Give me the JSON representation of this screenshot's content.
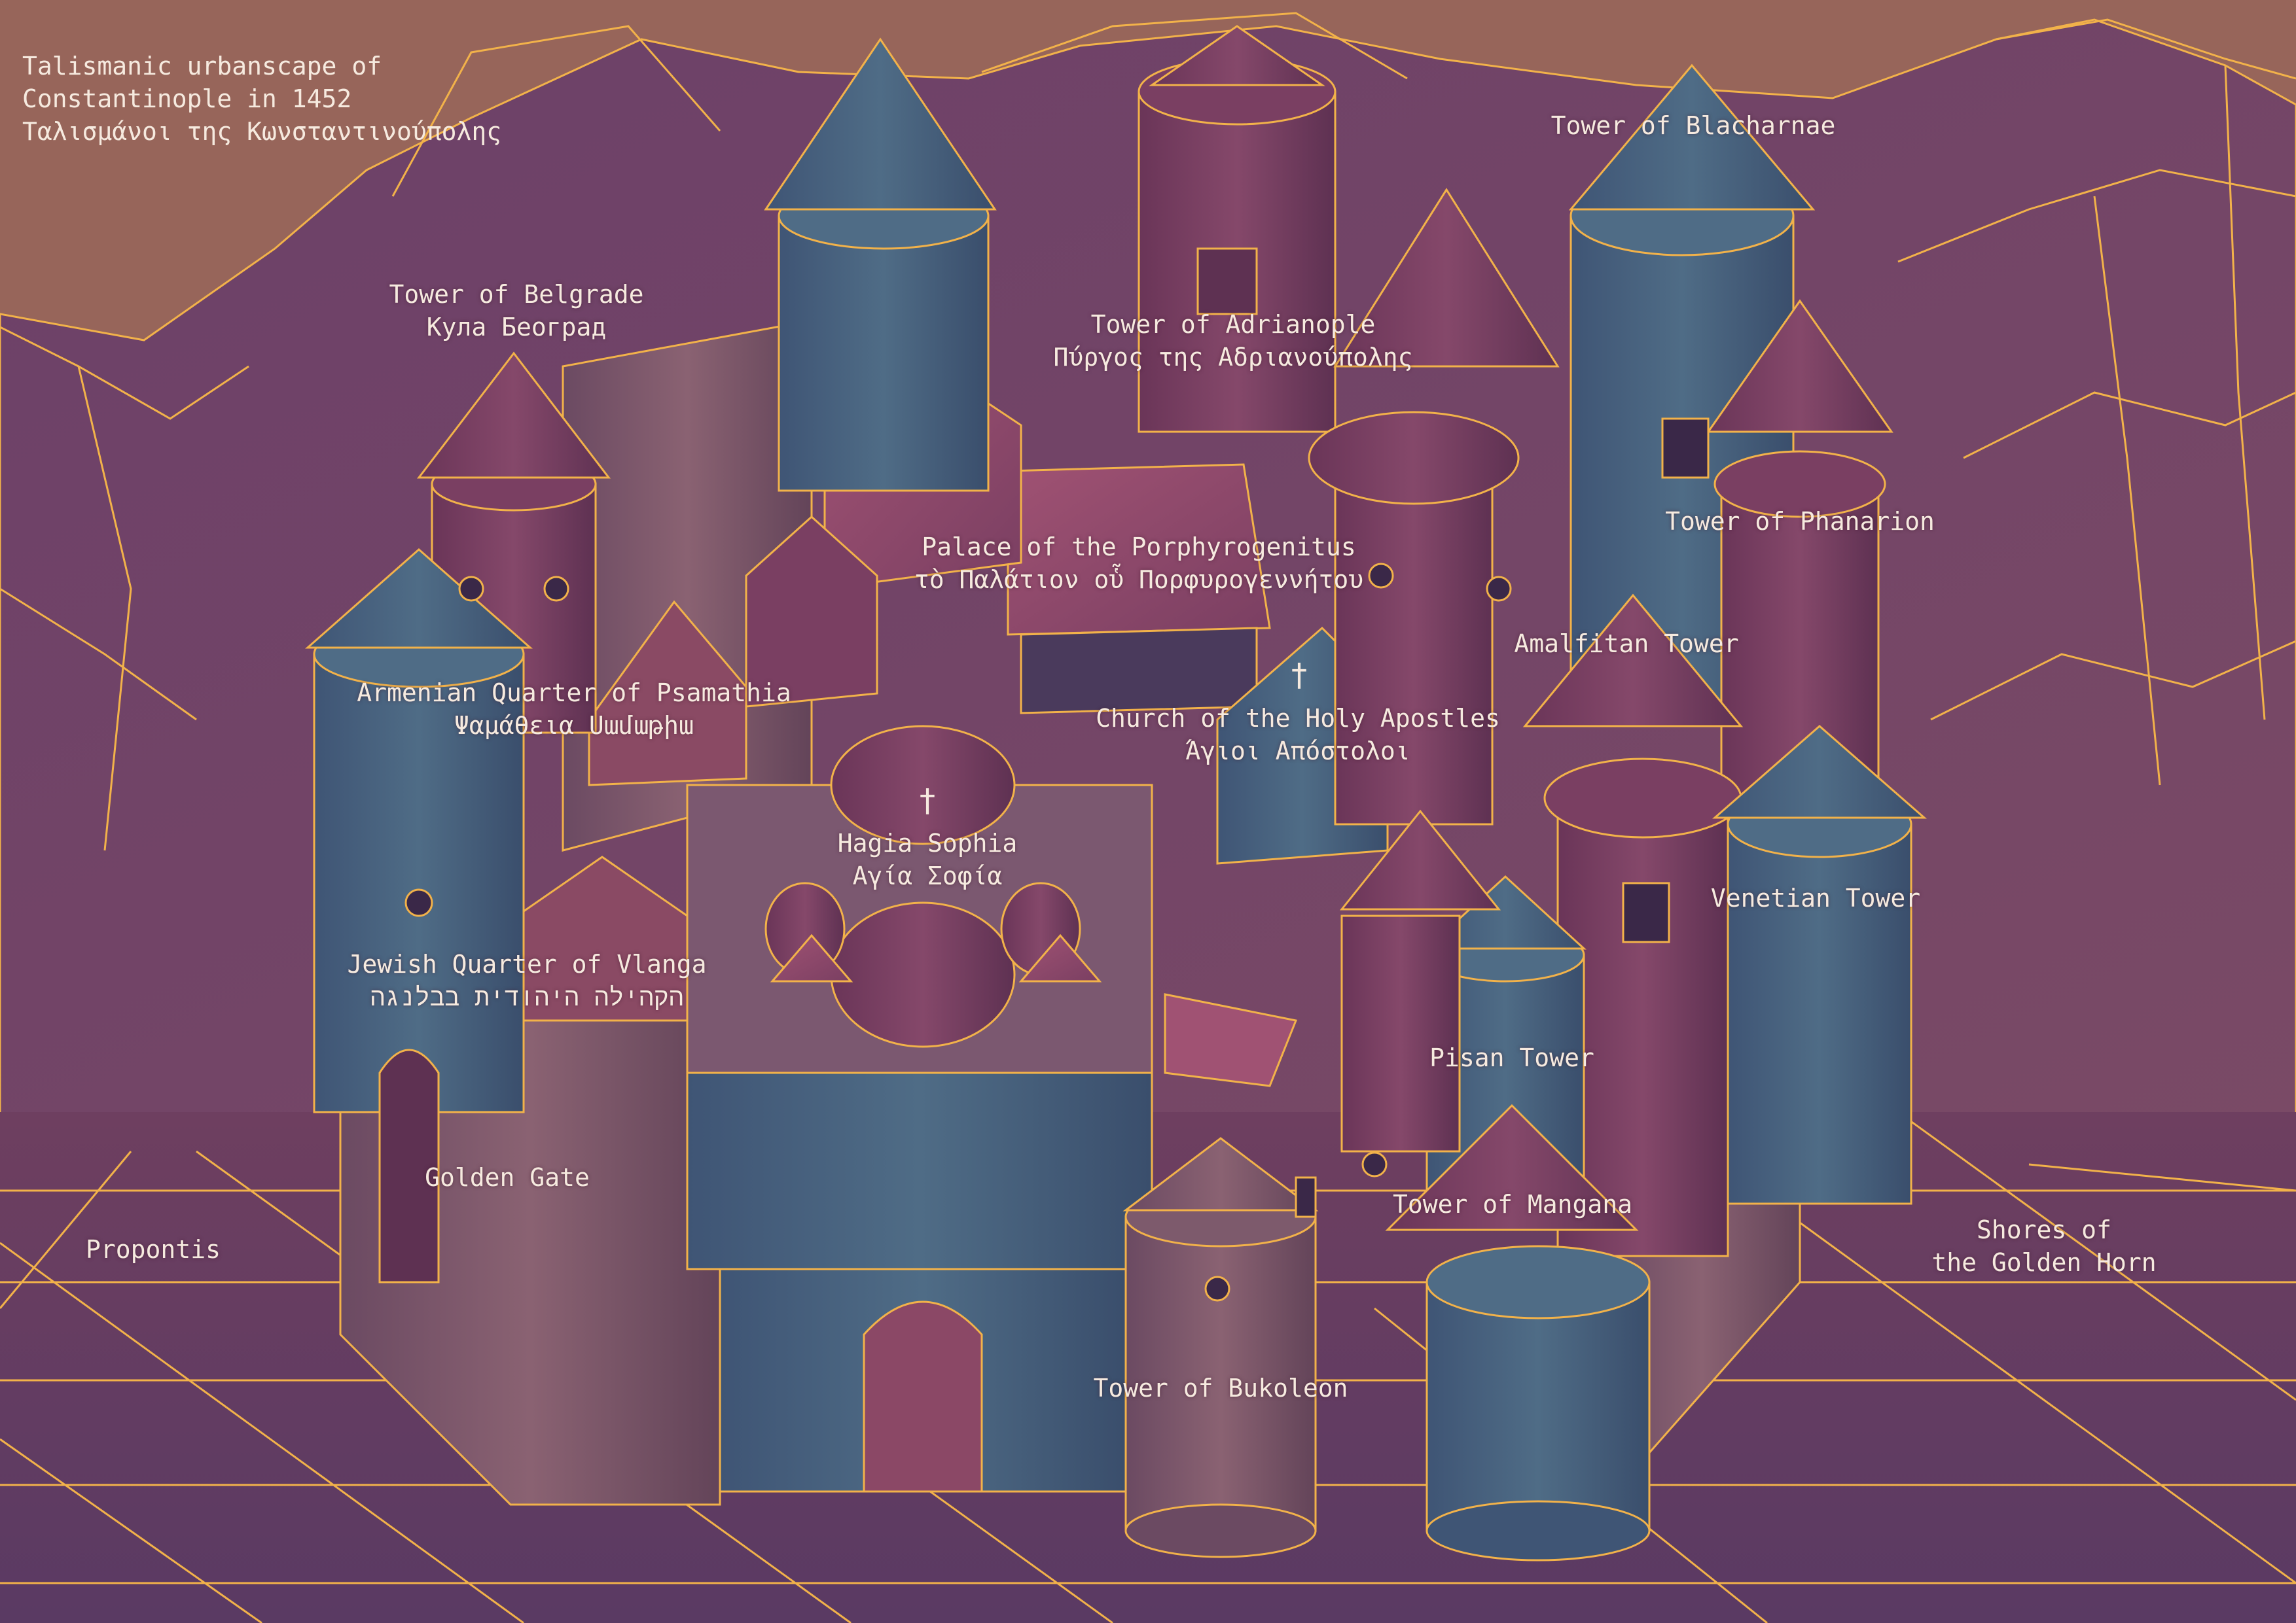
{
  "title": {
    "line1": "Talismanic urbanscape of",
    "line2": "Constantinople in 1452",
    "line3": "Ταλισμάνοι της Κωνσταντινούπολης"
  },
  "labels": {
    "belgrade": {
      "line1": "Tower of Belgrade",
      "line2": "Кула Београд"
    },
    "adrianople": {
      "line1": "Tower of Adrianople",
      "line2": "Πύργος της Αδριανούπολης"
    },
    "blacharnae": {
      "line1": "Tower of Blacharnae"
    },
    "phanarion": {
      "line1": "Tower of Phanarion"
    },
    "palace": {
      "line1": "Palace of the Porphyrogenitus",
      "line2": "τὸ Παλάτιον οὗ Πορφυρογεννήτου"
    },
    "amalfitan": {
      "line1": "Amalfitan Tower"
    },
    "armenian": {
      "line1": "Armenian Quarter of Psamathia",
      "line2": "Ψαμάθεια Սամաթիա"
    },
    "apostles": {
      "line1": "Church of the Holy Apostles",
      "line2": "Άγιοι Απόστολοι"
    },
    "hagia": {
      "line1": "Hagia Sophia",
      "line2": "Αγία Σοφία"
    },
    "venetian": {
      "line1": "Venetian Tower"
    },
    "jewish": {
      "line1": "Jewish Quarter of Vlanga",
      "line2": "הקהילה היהודית בבלנגה"
    },
    "pisan": {
      "line1": "Pisan Tower"
    },
    "golden_gate": {
      "line1": "Golden Gate"
    },
    "mangana": {
      "line1": "Tower of Mangana"
    },
    "propontis": {
      "line1": "Propontis"
    },
    "golden_horn": {
      "line1": "Shores of",
      "line2": "the Golden Horn"
    },
    "bukoleon": {
      "line1": "Tower of Bukoleon"
    }
  },
  "crosses": {
    "apostles": "†",
    "hagia": "†"
  },
  "colors": {
    "sky": "#97655a",
    "line": "#f2b24a",
    "purple": "#5f3b63",
    "plum": "#7a3f63",
    "blue": "#46607a",
    "rose": "#8a4a64",
    "mauve": "#7d5a6c"
  }
}
